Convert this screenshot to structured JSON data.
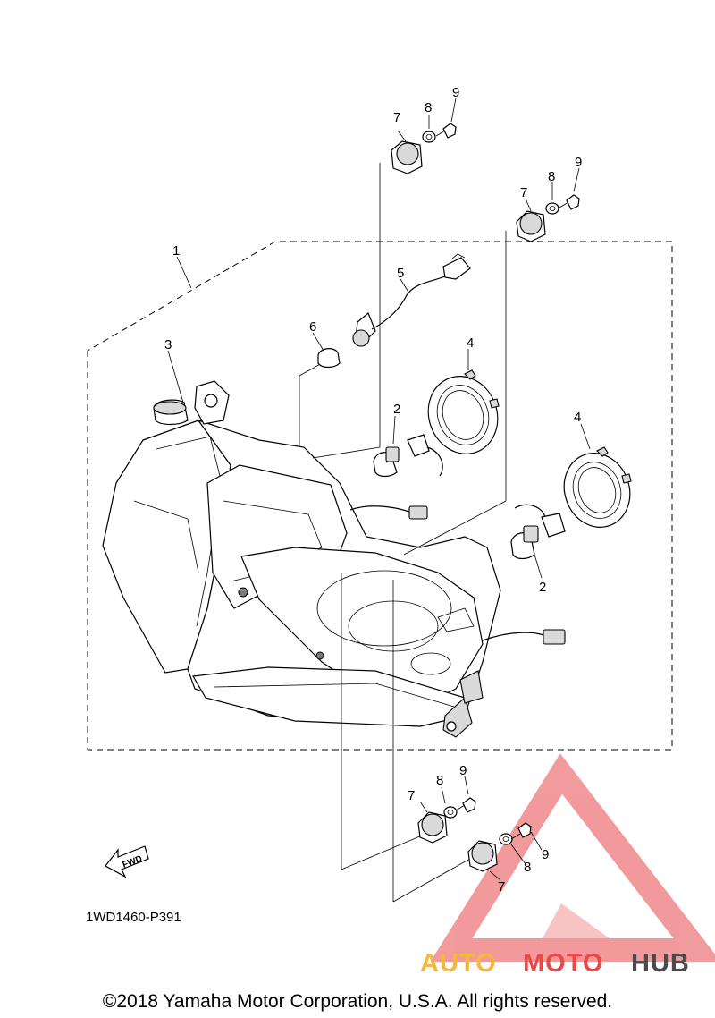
{
  "callouts": {
    "c1": "1",
    "c2a": "2",
    "c2b": "2",
    "c3": "3",
    "c4a": "4",
    "c4b": "4",
    "c5": "5",
    "c6": "6",
    "c7a": "7",
    "c8a": "8",
    "c9a": "9",
    "c7b": "7",
    "c8b": "8",
    "c9b": "9",
    "c7c": "7",
    "c8c": "8",
    "c9c": "9",
    "c7d": "7",
    "c8d": "8",
    "c9d": "9"
  },
  "fwd_label": "FWD",
  "part_code": "1WD1460-P391",
  "watermark": {
    "auto": "AUTO",
    "moto": "MOTO",
    "hub": "HUB",
    "colors": {
      "triangle": "#e8484a",
      "auto": "#f5b83d",
      "moto": "#e8484a",
      "hub": "#4a4a4a"
    }
  },
  "copyright": "©2018 Yamaha Motor Corporation, U.S.A. All rights reserved."
}
